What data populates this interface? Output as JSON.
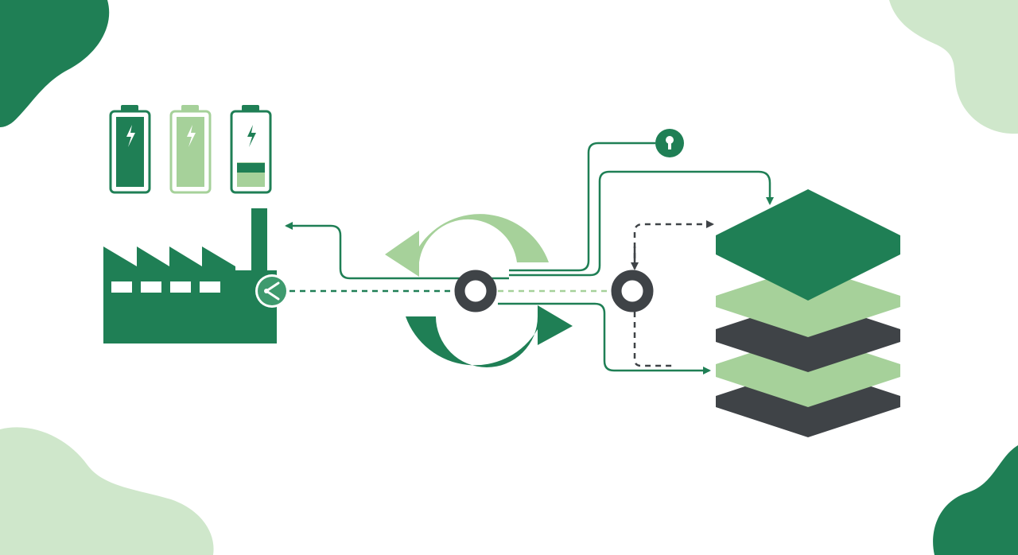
{
  "colors": {
    "primary_green": "#1f7f55",
    "light_green": "#a6d19a",
    "pale_green": "#cfe7cb",
    "charcoal": "#3f4347",
    "background": "#ffffff"
  },
  "icons": {
    "batteries": [
      "battery-full-icon",
      "battery-half-icon",
      "battery-low-icon"
    ],
    "factory": "factory-icon",
    "share": "share-icon",
    "recycle": "recycle-arrows-icon",
    "hubs": [
      "hub-node-icon",
      "hub-node-icon"
    ],
    "lock": "keyhole-icon",
    "stack": "layered-storage-icon"
  },
  "battery_levels": [
    1.0,
    1.0,
    0.35
  ]
}
